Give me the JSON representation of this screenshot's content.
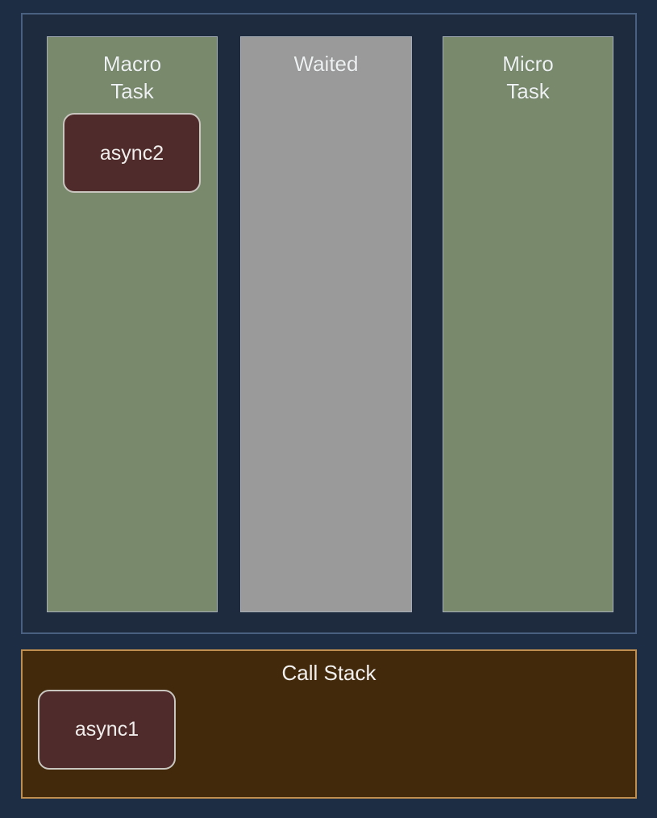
{
  "visualization": {
    "title_visible": false,
    "colors": {
      "page_background": "#1d2d44",
      "panel_background": "#1e2a3d",
      "panel_border": "#4a6080",
      "queue_green": "#78896c",
      "queue_gray": "#9a9a9a",
      "queue_border": "#a5aeb6",
      "call_stack_background": "#42290c",
      "call_stack_border": "#c08f50",
      "task_box_background": "#4f2b2b",
      "task_box_border": "#c9c6c0",
      "text": "#f0eeec"
    }
  },
  "event_loop": {
    "queues": [
      {
        "id": "macro-task",
        "label": "Macro\nTask",
        "fill": "green",
        "tasks": [
          {
            "label": "async2"
          }
        ]
      },
      {
        "id": "waited",
        "label": "Waited",
        "fill": "gray",
        "tasks": []
      },
      {
        "id": "micro-task",
        "label": "Micro\nTask",
        "fill": "green",
        "tasks": []
      }
    ]
  },
  "call_stack": {
    "title": "Call Stack",
    "frames": [
      {
        "label": "async1"
      }
    ]
  }
}
